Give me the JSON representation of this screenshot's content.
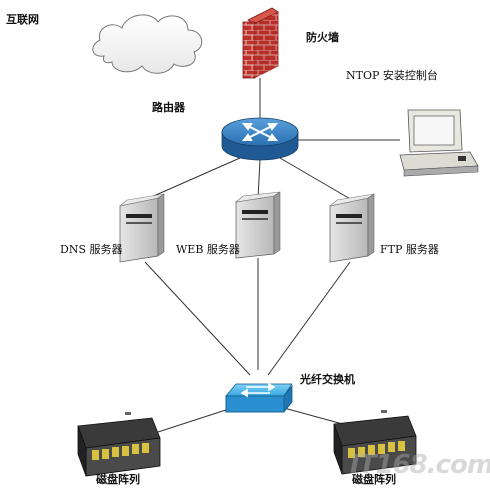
{
  "labels": {
    "internet": "互联网",
    "firewall": "防火墙",
    "ntop_console": "NTOP 安装控制台",
    "router": "路由器",
    "dns_server": "DNS 服务器",
    "web_server": "WEB 服务器",
    "ftp_server": "FTP 服务器",
    "fiber_switch": "光纤交换机",
    "disk_array_left": "磁盘阵列",
    "disk_array_right": "磁盘阵列"
  },
  "watermark": "IT168.com",
  "colors": {
    "brick": "#c0302a",
    "mortar": "#d8a8a0",
    "router_blue": "#2a6fb0",
    "switch_blue": "#37a8e0",
    "server_gray": "#c8c8c8",
    "line": "#333333"
  },
  "icons": [
    "cloud-icon",
    "firewall-icon",
    "router-icon",
    "computer-icon",
    "server-icon",
    "switch-icon",
    "disk-array-icon"
  ]
}
